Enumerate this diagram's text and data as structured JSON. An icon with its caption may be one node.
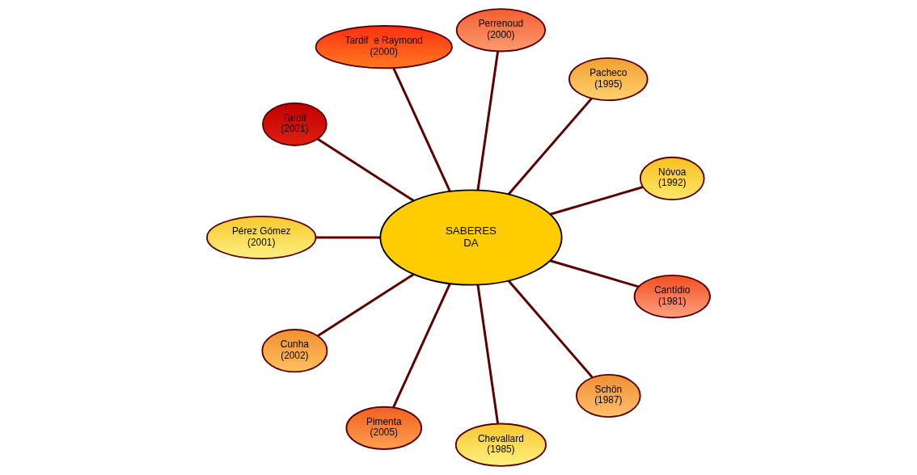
{
  "diagram": {
    "nodes": [
      {
        "text": [
          "SABERES",
          "DA"
        ]
      },
      {
        "text": [
          "Nóvoa",
          "(1992)"
        ]
      },
      {
        "text": [
          "Pacheco",
          "(1995)"
        ]
      },
      {
        "text": [
          "Perrenoud",
          "(2000)"
        ]
      },
      {
        "text": [
          "Tardif  e Raymond",
          "(2000)"
        ]
      },
      {
        "text": [
          "Tardif",
          "(2001)"
        ]
      },
      {
        "text": [
          "Pérez Gómez",
          "(2001)"
        ]
      },
      {
        "text": [
          "Cunha",
          "(2002)"
        ]
      },
      {
        "text": [
          "Pimenta",
          "(2005)"
        ]
      },
      {
        "text": [
          "Chevallard",
          "(1985)"
        ]
      },
      {
        "text": [
          "Schön",
          "(1987)"
        ]
      },
      {
        "text": [
          "Cantídio",
          "(1981)"
        ]
      }
    ],
    "edges": [
      {
        "from": 0,
        "to": 1,
        "arrow": "none"
      },
      {
        "from": 0,
        "to": 2,
        "arrow": "none"
      },
      {
        "from": 0,
        "to": 3,
        "arrow": "none"
      },
      {
        "from": 0,
        "to": 4,
        "arrow": "none"
      },
      {
        "from": 0,
        "to": 5,
        "arrow": "none"
      },
      {
        "from": 0,
        "to": 6,
        "arrow": "none"
      },
      {
        "from": 0,
        "to": 7,
        "arrow": "none"
      },
      {
        "from": 0,
        "to": 8,
        "arrow": "none"
      },
      {
        "from": 0,
        "to": 9,
        "arrow": "none"
      },
      {
        "from": 0,
        "to": 10,
        "arrow": "none"
      },
      {
        "from": 0,
        "to": 11,
        "arrow": "none"
      }
    ]
  }
}
